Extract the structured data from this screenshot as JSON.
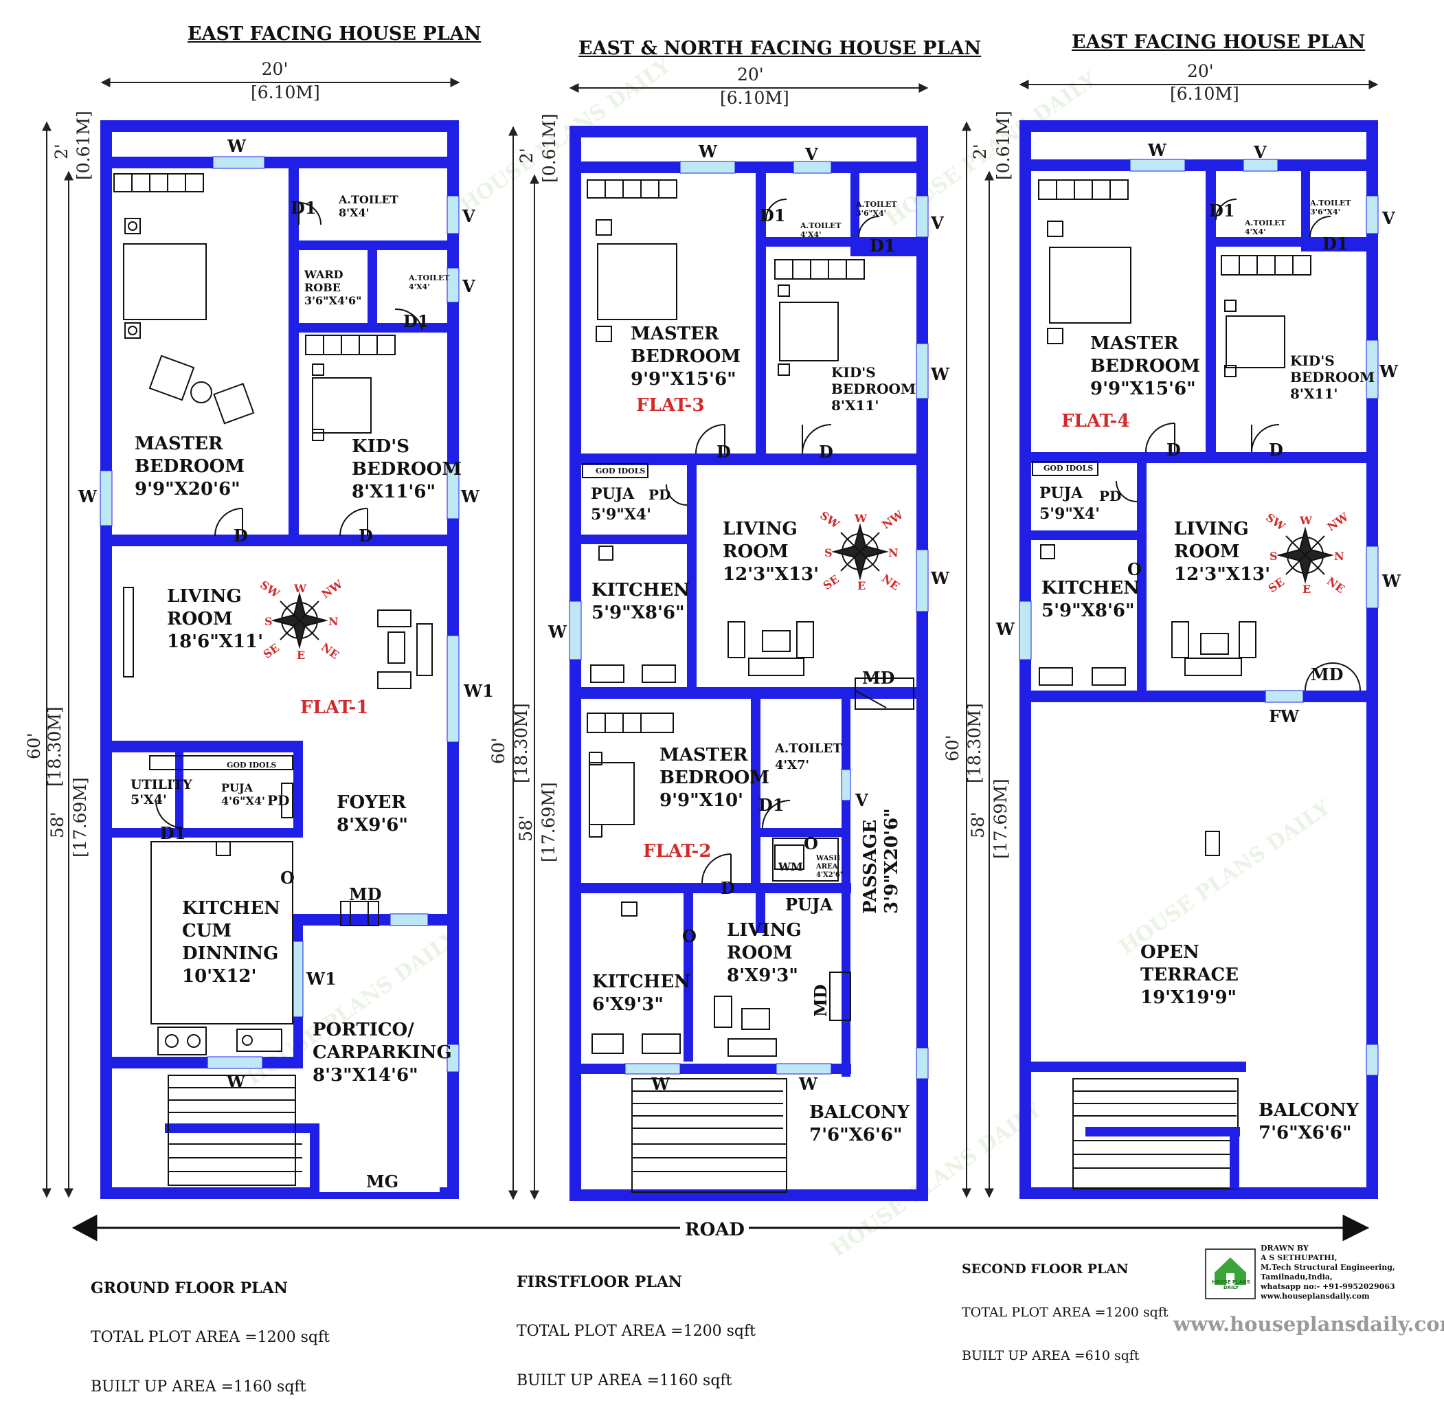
{
  "colors": {
    "wall": "#1f1fe6",
    "window": "#bfe8f6",
    "flat_label": "#d12a2a",
    "watermark": "#d9ead3"
  },
  "plans": {
    "ground": {
      "title": "EAST FACING HOUSE PLAN",
      "width_dim": "20'",
      "width_dim_m": "[6.10M]",
      "top_dim": "2'",
      "top_dim_m": "[0.61M]",
      "length_dim": "60'",
      "length_dim_m": "[18.30M]",
      "inner_dim": "58'",
      "inner_dim_m": "[17.69M]",
      "rooms": {
        "a_toilet": "A.TOILET\n8'X4'",
        "wardrobe": "WARD\nROBE\n3'6\"X4'6\"",
        "a_toilet_small": "A.TOILET\n4'X4'",
        "master": "MASTER\nBEDROOM\n9'9\"X20'6\"",
        "kids": "KID'S\nBEDROOM\n8'X11'6\"",
        "living": "LIVING\nROOM\n18'6\"X11'",
        "utility": "UTILITY\n5'X4'",
        "god_idols": "GOD IDOLS",
        "puja": "PUJA\n4'6\"X4'",
        "foyer": "FOYER\n8'X9'6\"",
        "kitchen": "KITCHEN\nCUM\nDINNING\n10'X12'",
        "portico": "PORTICO/\nCARPARKING\n8'3\"X14'6\""
      },
      "flat": "FLAT-1"
    },
    "first": {
      "title": "EAST & NORTH FACING HOUSE PLAN",
      "width_dim": "20'",
      "width_dim_m": "[6.10M]",
      "top_dim": "2'",
      "top_dim_m": "[0.61M]",
      "length_dim": "60'",
      "length_dim_m": "[18.30M]",
      "inner_dim": "58'",
      "inner_dim_m": "[17.69M]",
      "rooms": {
        "a_toilet_1": "A.TOILET\n4'X4'",
        "a_toilet_2": "A.TOILET\n3'6\"X4'",
        "master": "MASTER\nBEDROOM\n9'9\"X15'6\"",
        "kids": "KID'S\nBEDROOM\n8'X11'",
        "god_idols": "GOD IDOLS",
        "puja": "PUJA\n5'9\"X4'",
        "living": "LIVING\nROOM\n12'3\"X13'",
        "kitchen": "KITCHEN\n5'9\"X8'6\"",
        "master2": "MASTER\nBEDROOM\n9'9\"X10'",
        "a_toilet_3": "A.TOILET\n4'X7'",
        "wash": "WASH\nAREA\n4'X2'6\"",
        "wm": "WM",
        "passage": "PASSAGE\n3'9\"X20'6\"",
        "puja2": "PUJA",
        "kitchen2": "KITCHEN\n6'X9'3\"",
        "living2": "LIVING\nROOM\n8'X9'3\"",
        "balcony": "BALCONY\n7'6\"X6'6\""
      },
      "flat_a": "FLAT-3",
      "flat_b": "FLAT-2"
    },
    "second": {
      "title": "EAST FACING HOUSE PLAN",
      "width_dim": "20'",
      "width_dim_m": "[6.10M]",
      "top_dim": "2'",
      "top_dim_m": "[0.61M]",
      "length_dim": "60'",
      "length_dim_m": "[18.30M]",
      "inner_dim": "58'",
      "inner_dim_m": "[17.69M]",
      "rooms": {
        "a_toilet_1": "A.TOILET\n4'X4'",
        "a_toilet_2": "A.TOILET\n3'6\"X4'",
        "master": "MASTER\nBEDROOM\n9'9\"X15'6\"",
        "kids": "KID'S\nBEDROOM\n8'X11'",
        "god_idols": "GOD IDOLS",
        "puja": "PUJA\n5'9\"X4'",
        "living": "LIVING\nROOM\n12'3\"X13'",
        "kitchen": "KITCHEN\n5'9\"X8'6\"",
        "terrace": "OPEN\nTERRACE\n19'X19'9\"",
        "balcony": "BALCONY\n7'6\"X6'6\""
      },
      "flat": "FLAT-4"
    }
  },
  "labels": {
    "w": "W",
    "v": "V",
    "d": "D",
    "d1": "D1",
    "md": "MD",
    "mg": "MG",
    "w1": "W1",
    "pd": "PD",
    "fw": "FW",
    "o": "O"
  },
  "compass": {
    "sw": "SW",
    "w": "W",
    "nw": "NW",
    "s": "S",
    "n": "N",
    "se": "SE",
    "e": "E",
    "ne": "NE"
  },
  "road": "ROAD",
  "footer": {
    "ground": {
      "title": "GROUND FLOOR PLAN",
      "total": "TOTAL PLOT AREA =1200 sqft",
      "built": "BUILT UP AREA =1160 sqft"
    },
    "first": {
      "title": "FIRSTFLOOR PLAN",
      "total": "TOTAL PLOT AREA =1200 sqft",
      "built": "BUILT UP AREA =1160 sqft"
    },
    "second": {
      "title": "SECOND FLOOR PLAN",
      "total": "TOTAL PLOT AREA =1200 sqft",
      "built": "BUILT UP AREA =610 sqft"
    }
  },
  "credits": {
    "drawn_by": "DRAWN BY",
    "name": "A S SETHUPATHI,",
    "degree": "M.Tech Structural Engineering,",
    "place": "Tamilnadu,India,",
    "phone": "whatsapp no:- +91-9952029063",
    "site": "www.houseplansdaily.com",
    "logo_text": "HOUSE PLANS\nDAILY"
  },
  "watermark": "HOUSE PLANS DAILY",
  "website": "www.houseplansdaily.com"
}
